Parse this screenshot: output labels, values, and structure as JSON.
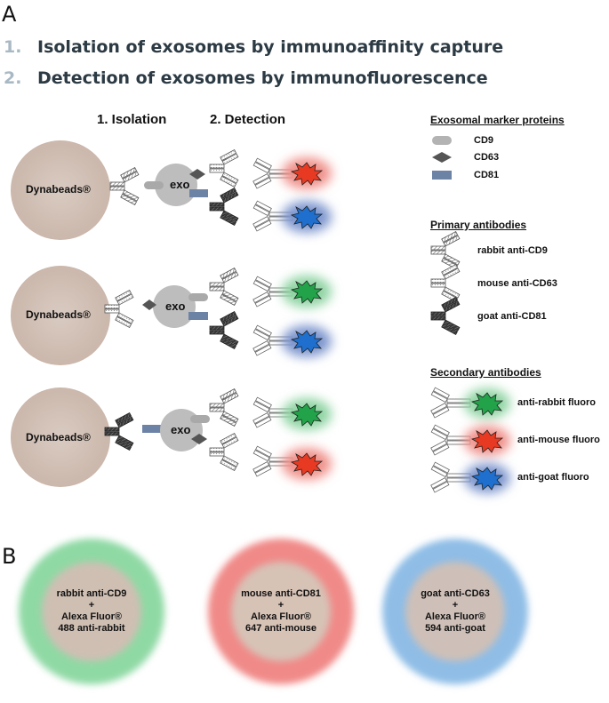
{
  "panel_a": {
    "letter": "A",
    "steps": [
      {
        "num": "1.",
        "text": "Isolation of exosomes by immunoaffinity capture"
      },
      {
        "num": "2.",
        "text": "Detection of exosomes by immunofluorescence"
      }
    ],
    "col_isolation": "1. Isolation",
    "col_detection": "2. Detection",
    "bead_label": "Dynabeads®",
    "exo_label": "exo"
  },
  "legend": {
    "markers_title": "Exosomal marker proteins",
    "markers": [
      {
        "label": "CD9",
        "shape": "rounded-bar",
        "color": "#b3b3b3"
      },
      {
        "label": "CD63",
        "shape": "diamond",
        "color": "#555555"
      },
      {
        "label": "CD81",
        "shape": "rectangle",
        "color": "#6c83a6"
      }
    ],
    "primary_title": "Primary antibodies",
    "primary": [
      {
        "label": "rabbit anti-CD9",
        "pattern": "light-hatched"
      },
      {
        "label": "mouse anti-CD63",
        "pattern": "white-dotted"
      },
      {
        "label": "goat anti-CD81",
        "pattern": "dark-hatched"
      }
    ],
    "secondary_title": "Secondary antibodies",
    "secondary": [
      {
        "label": "anti-rabbit fluoro",
        "color": "#22a34a",
        "glow": "#9fdcb0"
      },
      {
        "label": "anti-mouse fluoro",
        "color": "#e83a23",
        "glow": "#f4a09a"
      },
      {
        "label": "anti-goat fluoro",
        "color": "#1f6fce",
        "glow": "#8fa7d8"
      }
    ]
  },
  "panel_b": {
    "letter": "B",
    "circles": [
      {
        "line1": "rabbit anti-CD9",
        "line2": "+",
        "line3": "Alexa Fluor®",
        "line4": "488 anti-rabbit",
        "ring": "#8fd9a4"
      },
      {
        "line1": "mouse anti-CD81",
        "line2": "+",
        "line3": "Alexa Fluor®",
        "line4": "647 anti-mouse",
        "ring": "#f08a88"
      },
      {
        "line1": "goat anti-CD63",
        "line2": "+",
        "line3": "Alexa Fluor®",
        "line4": "594 anti-goat",
        "ring": "#8fbde6"
      }
    ]
  }
}
